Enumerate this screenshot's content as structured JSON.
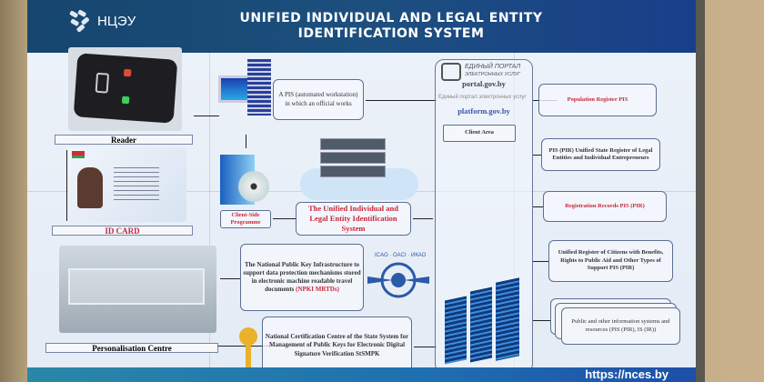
{
  "header": {
    "logo_text": "НЦЭУ",
    "title_line1": "UNIFIED INDIVIDUAL AND LEGAL ENTITY",
    "title_line2": "IDENTIFICATION SYSTEM"
  },
  "left": {
    "reader_label": "Reader",
    "id_card_label": "ID CARD",
    "personalisation_label": "Personalisation Centre"
  },
  "center": {
    "pis_workstation": "A PIS (automated workstation) in which an official works",
    "client_side": "Client-Side Programme",
    "unified_system": "The Unified Individual and Legal Entity Identification System",
    "npki_text": "The National Public Key Infrastructure to support data protection mechanisms stored in electronic machine readable travel documents",
    "npki_abbr": "(NPKI MRTDs)",
    "icao_text": "ICAO · OACI · ИКАО",
    "ncc": "National Certification Centre of the State System for Management of Public Keys for Electronic Digital Signature Verification StSMPK"
  },
  "portal": {
    "logo_line1": "ЕДИНЫЙ ПОРТАЛ",
    "logo_line2": "ЭЛЕКТРОННЫХ УСЛУГ",
    "portal_url": "portal.gov.by",
    "platform_caption": "Единый портал электронных услуг",
    "platform_url": "platform.gov.by",
    "client_area": "Client Area"
  },
  "registers": [
    {
      "label": "Population Register PIS"
    },
    {
      "label": "PIS (PIR) Unified State Register of Legal Entities and Individual Entrepreneurs"
    },
    {
      "label": "Registration Records PIS (PIR)"
    },
    {
      "label": "Unified Register of Citizens with Benefits, Rights to Public Aid and Other Types of Support PIS (PIR)"
    },
    {
      "label": "Public and other information systems and resources (PIS (PIR), IS (IR))"
    }
  ],
  "footer": {
    "url": "https://nces.by"
  }
}
